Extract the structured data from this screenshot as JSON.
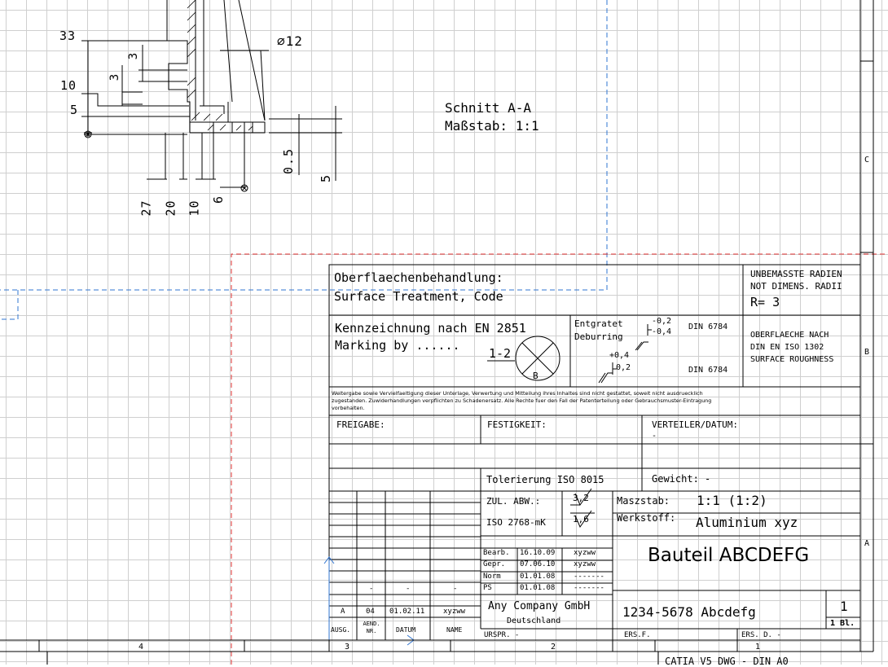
{
  "section": {
    "title": "Schnitt A-A",
    "scale": "Maßstab:  1:1"
  },
  "dimensions": {
    "left": [
      "33",
      "10",
      "5"
    ],
    "small": [
      "3",
      "3"
    ],
    "diameter": "∅12",
    "right": [
      "0.5",
      "5"
    ],
    "bottom": [
      "27",
      "20",
      "10",
      "6"
    ]
  },
  "title_block": {
    "surface_treatment": [
      "Oberflaechenbehandlung:",
      "Surface Treatment, Code"
    ],
    "unbemasste": [
      "UNBEMASSTE RADIEN",
      "NOT DIMENS. RADII"
    ],
    "radius": "R= 3",
    "marking": [
      "Kennzeichnung nach EN 2851",
      "Marking by ......"
    ],
    "marking_code": "1-2",
    "marking_symbol": "B",
    "deburr": [
      "Entgratet",
      "Deburring"
    ],
    "deburr_tol": [
      "-0,2",
      "-0,4"
    ],
    "edge_tol": [
      "+0,4",
      "0,2"
    ],
    "din": [
      "DIN 6784",
      "DIN 6784"
    ],
    "surface_norm": [
      "OBERFLAECHE NACH",
      "DIN EN ISO 1302",
      "SURFACE ROUGHNESS"
    ],
    "legal": [
      "Weitergabe sowie Vervielfaeltigung dieser Unterlage, Verwertung und Mitteilung ihres Inhaltes sind nicht gestattet, soweit nicht ausdruecklich",
      "zugestanden. Zuwiderhandlungen verpflichten zu Schadenersatz. Alle Rechte fuer den Fall der Patenterteilung oder Gebrauchsmuster-Eintragung",
      "vorbehalten."
    ],
    "freigabe": "FREIGABE:",
    "festigkeit": "FESTIGKEIT:",
    "verteiler": "VERTEILER/DATUM:",
    "verteiler_value": "-",
    "tolerierung": "Tolerierung ISO 8015",
    "gewicht": "Gewicht:  -",
    "zul_abw": "ZUL. ABW.:",
    "iso2768": "ISO 2768-mK",
    "rough_a": "3,2",
    "rough_b": "1,6",
    "massstab_label": "Maszstab:",
    "massstab_value": "1:1 (1:2)",
    "werkstoff_label": "Werkstoff:",
    "werkstoff_value": "Aluminium xyz",
    "part_name": "Bauteil ABCDEFG",
    "drawing_number": "1234-5678 Abcdefg",
    "sheet_num": "1",
    "sheet_label": "1 Bl.",
    "company": "Any Company GmbH",
    "country": "Deutschland",
    "ursprung": "URSPR. -",
    "ers_f": "ERS.F.",
    "ers_d": "ERS. D. -",
    "approvals": [
      {
        "role": "Bearb.",
        "date": "16.10.09",
        "name": "xyzww"
      },
      {
        "role": "Gepr.",
        "date": "07.06.10",
        "name": "xyzww"
      },
      {
        "role": "Norm",
        "date": "01.01.08",
        "name": "-------"
      },
      {
        "role": "PS",
        "date": "01.01.08",
        "name": "-------"
      }
    ],
    "revision_dashes": [
      "-",
      "-",
      "-"
    ],
    "revision": {
      "ausg": "A",
      "aend": "04",
      "datum": "01.02.11",
      "name": "xyzww"
    },
    "revision_headers": {
      "ausg": "AUSG.",
      "aend": "AEND. NR.",
      "datum": "DATUM",
      "name": "NAME"
    }
  },
  "border": {
    "columns": [
      "4",
      "3",
      "2",
      "1"
    ],
    "rows": [
      "C",
      "B",
      "A"
    ],
    "format": "CATIA V5 DWG - DIN A0"
  }
}
